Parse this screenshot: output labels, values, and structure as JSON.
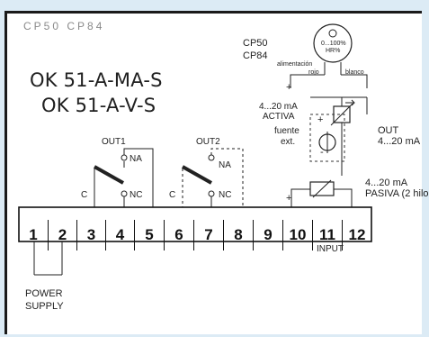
{
  "header_cutoff": "CP50 CP84",
  "models": [
    "OK 51-A-MA-S",
    "OK 51-A-V-S"
  ],
  "sensor": {
    "models": [
      "CP50",
      "CP84"
    ],
    "range": "0...100%",
    "unit": "HR%",
    "supply_label": "alimentación",
    "wire_red": "rojo",
    "wire_white": "blanco"
  },
  "active": {
    "line1": "4...20 mA",
    "line2": "ACTIVA"
  },
  "external_source": {
    "line1": "fuente",
    "line2": "ext."
  },
  "out": {
    "line1": "OUT",
    "line2": "4...20 mA"
  },
  "passive": {
    "line1": "4...20 mA",
    "line2": "PASIVA (2 hilo"
  },
  "out1": {
    "title": "OUT1",
    "na": "NA",
    "nc": "NC",
    "c": "C"
  },
  "out2": {
    "title": "OUT2",
    "na": "NA",
    "nc": "NC",
    "c": "C"
  },
  "terminals": [
    "1",
    "2",
    "3",
    "4",
    "5",
    "6",
    "7",
    "8",
    "9",
    "10",
    "11",
    "12"
  ],
  "input_label": "INPUT",
  "power_label": [
    "POWER",
    "SUPPLY"
  ],
  "signs": {
    "plus": "+",
    "minus": "-"
  }
}
